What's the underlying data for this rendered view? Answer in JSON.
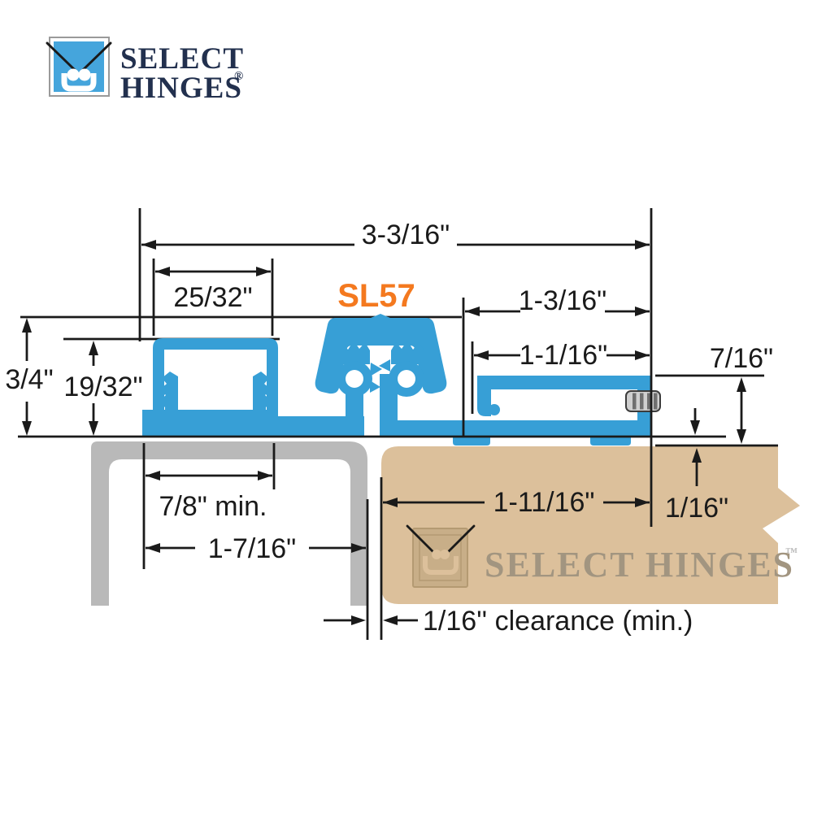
{
  "brand": {
    "line1": "SELECT",
    "line2": "HINGES",
    "registered": "®"
  },
  "model_label": "SL57",
  "watermark": {
    "text": "SELECT HINGES",
    "tm": "™"
  },
  "dimensions": {
    "overall_width": "3-3/16\"",
    "cap_width": "25/32\"",
    "door_leaf_length": "1-3/16\"",
    "door_channel_width": "1-1/16\"",
    "door_leaf_height": "7/16\"",
    "overall_height": "3/4\"",
    "frame_leaf_height": "19/32\"",
    "frame_prep_min": "7/8\" min.",
    "frame_channel_width": "1-7/16\"",
    "door_edge_to_screw": "1-11/16\"",
    "door_face_offset": "1/16\"",
    "clearance_note": "1/16'' clearance (min.)"
  },
  "colors": {
    "hinge_blue": "#379fd6",
    "logo_blue": "#45a5dc",
    "brand_navy": "#22304e",
    "model_orange": "#f4791f",
    "frame_gray": "#b9b9b9",
    "door_tan": "#dcc09b",
    "watermark_square": "#c8ae88",
    "watermark_text": "#a29580",
    "line_black": "#1a1a1a"
  }
}
